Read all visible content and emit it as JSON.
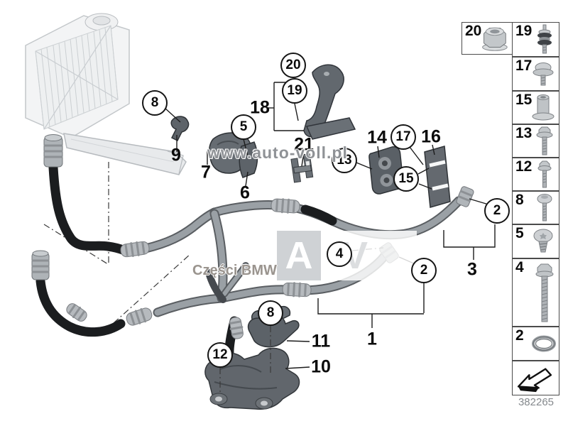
{
  "watermarks": {
    "url": "www.auto-voll.pl",
    "brand": "Części BMW",
    "logo_a": "A",
    "logo_v": "V"
  },
  "footer": {
    "part_number": "382265"
  },
  "diagram": {
    "title_hint": "engine oil cooler lines with mounting parts",
    "circled": [
      {
        "label": "8"
      },
      {
        "label": "5"
      },
      {
        "label": "20"
      },
      {
        "label": "19"
      },
      {
        "label": "13"
      },
      {
        "label": "17"
      },
      {
        "label": "15"
      },
      {
        "label": "2"
      },
      {
        "label": "4"
      },
      {
        "label": "2"
      },
      {
        "label": "8"
      },
      {
        "label": "12"
      }
    ],
    "plain": [
      {
        "label": "9"
      },
      {
        "label": "7"
      },
      {
        "label": "6"
      },
      {
        "label": "18"
      },
      {
        "label": "21"
      },
      {
        "label": "14"
      },
      {
        "label": "16"
      },
      {
        "label": "3"
      },
      {
        "label": "1"
      },
      {
        "label": "11"
      },
      {
        "label": "10"
      }
    ]
  },
  "sidebar": {
    "items": [
      {
        "label": "20",
        "icon": "flange-nut-icon"
      },
      {
        "label": "19",
        "icon": "rubber-mount-stud-icon"
      },
      {
        "label": "17",
        "icon": "washer-screw-icon"
      },
      {
        "label": "15",
        "icon": "spacer-sleeve-icon"
      },
      {
        "label": "13",
        "icon": "flange-bolt-icon"
      },
      {
        "label": "12",
        "icon": "hex-bolt-icon"
      },
      {
        "label": "8",
        "icon": "round-head-screw-icon"
      },
      {
        "label": "5",
        "icon": "pan-head-screw-icon"
      },
      {
        "label": "4",
        "icon": "long-hex-bolt-icon"
      },
      {
        "label": "2",
        "icon": "o-ring-icon"
      }
    ],
    "arrow_icon": "direction-arrow-icon"
  }
}
